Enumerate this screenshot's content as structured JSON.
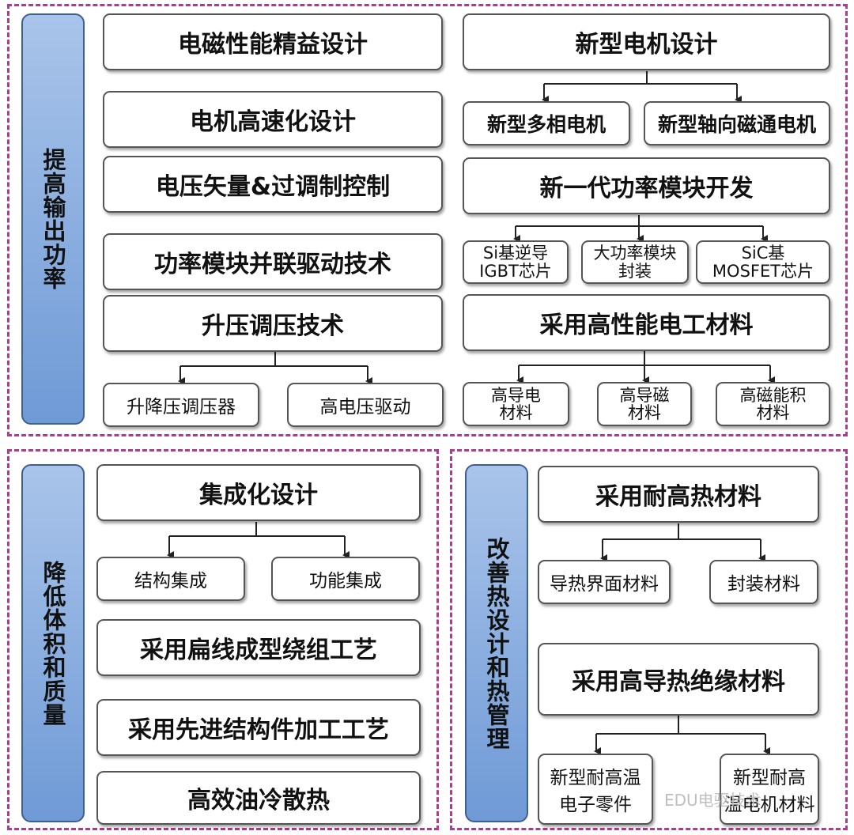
{
  "regions": {
    "top": {
      "label": "提高输出功率",
      "boxes": {
        "b1": "电磁性能精益设计",
        "b2": "电机高速化设计",
        "b3": "电压矢量&过调制控制",
        "b4": "功率模块并联驱动技术",
        "b5": "升压调压技术",
        "b5a": "升降压调压器",
        "b5b": "高电压驱动",
        "r1": "新型电机设计",
        "r1a": "新型多相电机",
        "r1b": "新型轴向磁通电机",
        "r2": "新一代功率模块开发",
        "r2a": "Si基逆导\nIGBT芯片",
        "r2b": "大功率模块\n封装",
        "r2c": "SiC基\nMOSFET芯片",
        "r3": "采用高性能电工材料",
        "r3a": "高导电\n材料",
        "r3b": "高导磁\n材料",
        "r3c": "高磁能积\n材料"
      }
    },
    "bottom_left": {
      "label": "降低体积和质量",
      "boxes": {
        "c1": "集成化设计",
        "c1a": "结构集成",
        "c1b": "功能集成",
        "c2": "采用扁线成型绕组工艺",
        "c3": "采用先进结构件加工工艺",
        "c4": "高效油冷散热"
      }
    },
    "bottom_right": {
      "label": "改善热设计和热管理",
      "boxes": {
        "d1": "采用耐高热材料",
        "d1a": "导热界面材料",
        "d1b": "封装材料",
        "d2": "采用高导热绝缘材料",
        "d2a": "新型耐高温\n电子零件",
        "d2b": "新型耐高\n温电机材料"
      }
    }
  },
  "watermark": "EDU电驱技术",
  "colors": {
    "border": "#b03a8e",
    "side": "#7ea5dc"
  }
}
